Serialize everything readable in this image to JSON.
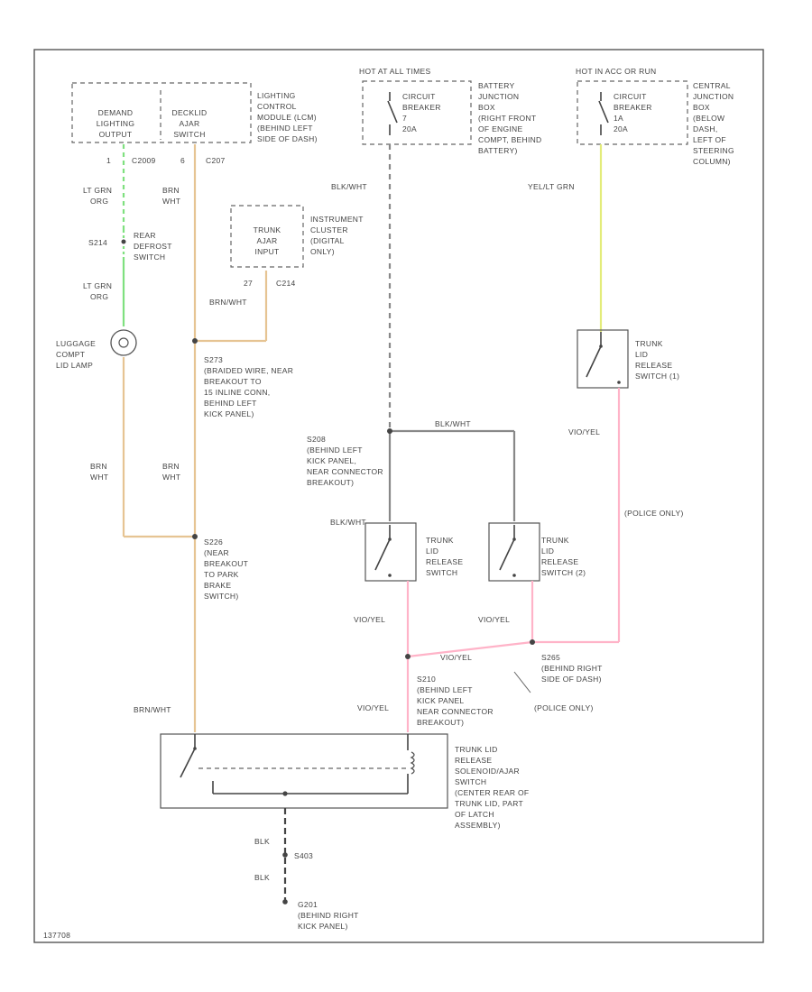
{
  "colors": {
    "lt_grn_org": "#7fe07f",
    "brn_wht": "#e6c493",
    "blk_wht": "#888888",
    "yel_lt_grn": "#e3ec7a",
    "vio_yel": "#ffb3c8"
  },
  "components": {
    "module_cells": [
      "DEMAND LIGHTING OUTPUT",
      "DECKLID AJAR SWITCH"
    ],
    "module_note": [
      "LIGHTING",
      "CONTROL",
      "MODULE (LCM)",
      "(BEHIND LEFT",
      "SIDE OF DASH)"
    ],
    "hot_all_times": "HOT AT ALL TIMES",
    "cb1": [
      "CIRCUIT",
      "BREAKER",
      "7",
      "20A"
    ],
    "bjb_note": [
      "BATTERY",
      "JUNCTION",
      "BOX",
      "(RIGHT FRONT",
      "OF ENGINE",
      "COMPT, BEHIND",
      "BATTERY)"
    ],
    "hot_in_acc": "HOT IN ACC OR RUN",
    "cb2": [
      "CIRCUIT",
      "BREAKER",
      "1A",
      "20A"
    ],
    "cjb_note": [
      "CENTRAL",
      "JUNCTION",
      "BOX",
      "(BELOW",
      "DASH,",
      "LEFT OF",
      "STEERING",
      "COLUMN)"
    ],
    "trunk_ajar_input": [
      "TRUNK",
      "AJAR",
      "INPUT"
    ],
    "ic_note": [
      "INSTRUMENT",
      "CLUSTER",
      "(DIGITAL",
      "ONLY)"
    ],
    "lamp_label": [
      "LUGGAGE",
      "COMPT",
      "LID LAMP"
    ],
    "rear_defrost": [
      "REAR",
      "DEFROST",
      "SWITCH"
    ],
    "sw_main": [
      "TRUNK",
      "LID",
      "RELEASE",
      "SWITCH"
    ],
    "sw_2": [
      "TRUNK",
      "LID",
      "RELEASE",
      "SWITCH (2)"
    ],
    "sw_1": [
      "TRUNK",
      "LID",
      "RELEASE",
      "SWITCH (1)"
    ],
    "solenoid_note": [
      "TRUNK LID",
      "RELEASE",
      "SOLENOID/AJAR",
      "SWITCH",
      "(CENTER REAR OF",
      "TRUNK LID, PART",
      "OF LATCH",
      "ASSEMBLY)"
    ]
  },
  "connectors": {
    "c2009_pin": "1",
    "c2009": "C2009",
    "c207_pin": "6",
    "c207": "C207",
    "c214_pin": "27",
    "c214": "C214",
    "s214": "S214",
    "s403": "S403",
    "g201": "G201",
    "g201_note": "(BEHIND RIGHT KICK PANEL)"
  },
  "splices": {
    "s273": [
      "S273",
      "(BRAIDED WIRE, NEAR",
      "BREAKOUT TO",
      "15 INLINE CONN,",
      "BEHIND LEFT",
      "KICK PANEL)"
    ],
    "s208": [
      "S208",
      "(BEHIND LEFT",
      "KICK PANEL,",
      "NEAR CONNECTOR",
      "BREAKOUT)"
    ],
    "s226": [
      "S226",
      "(NEAR",
      "BREAKOUT",
      "TO PARK",
      "BRAKE",
      "SWITCH)"
    ],
    "s265": [
      "S265",
      "(BEHIND RIGHT",
      "SIDE OF DASH)"
    ],
    "s210": [
      "S210",
      "(BEHIND LEFT",
      "KICK PANEL",
      "NEAR CONNECTOR",
      "BREAKOUT)"
    ]
  },
  "wire_labels": {
    "lt_grn_org": [
      "LT GRN",
      "ORG"
    ],
    "brn_wht": [
      "BRN",
      "WHT"
    ],
    "brn_wht_inline": "BRN/WHT",
    "blk_wht": "BLK/WHT",
    "blk_wht_short": "BLK/WHT",
    "yel_lt_grn": "YEL/LT GRN",
    "vio_yel": "VIO/YEL",
    "blk": "BLK"
  },
  "notes": {
    "police_only": "(POLICE ONLY)",
    "figure_id": "137708"
  }
}
